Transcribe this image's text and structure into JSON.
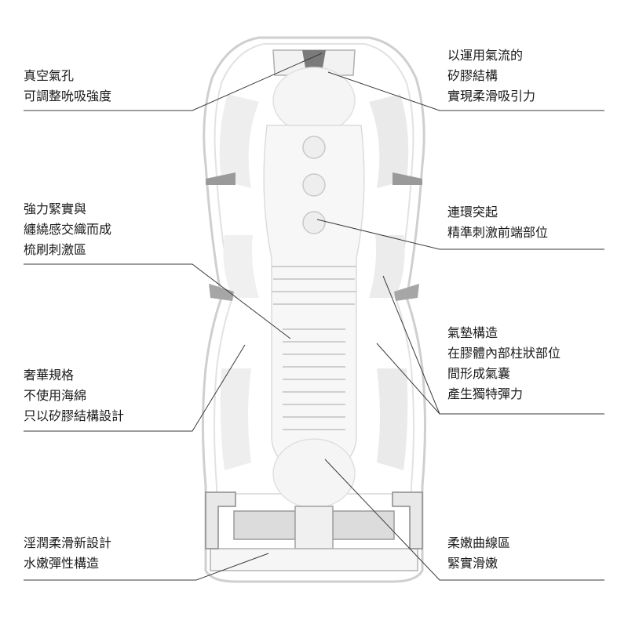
{
  "labels": {
    "vacuum_hole": {
      "lines": [
        "真空氣孔",
        "可調整吮吸強度"
      ]
    },
    "silicone_airflow": {
      "lines": [
        "以運用氣流的",
        "矽膠結構",
        "實現柔滑吸引力"
      ]
    },
    "strong_ribs": {
      "lines": [
        "強力緊實與",
        "纏繞感交織而成",
        "梳刷刺激區"
      ]
    },
    "connected_bumps": {
      "lines": [
        "連環突起",
        "精準刺激前端部位"
      ]
    },
    "air_cushion": {
      "lines": [
        "氣墊構造",
        "在膠體內部柱狀部位",
        "間形成氣囊",
        "產生獨特彈力"
      ]
    },
    "luxury_spec": {
      "lines": [
        "奢華規格",
        "不使用海綿",
        "只以矽膠結構設計"
      ]
    },
    "lube_design": {
      "lines": [
        "淫潤柔滑新設計",
        "水嫩彈性構造"
      ]
    },
    "soft_curve": {
      "lines": [
        "柔嫩曲線區",
        "緊實滑嫩"
      ]
    }
  },
  "colors": {
    "line": "#3a3a3a",
    "outline": "#d0d0d0",
    "shade": "#e6e6e6",
    "dark": "#888888",
    "foam": "#d8d8d8"
  }
}
